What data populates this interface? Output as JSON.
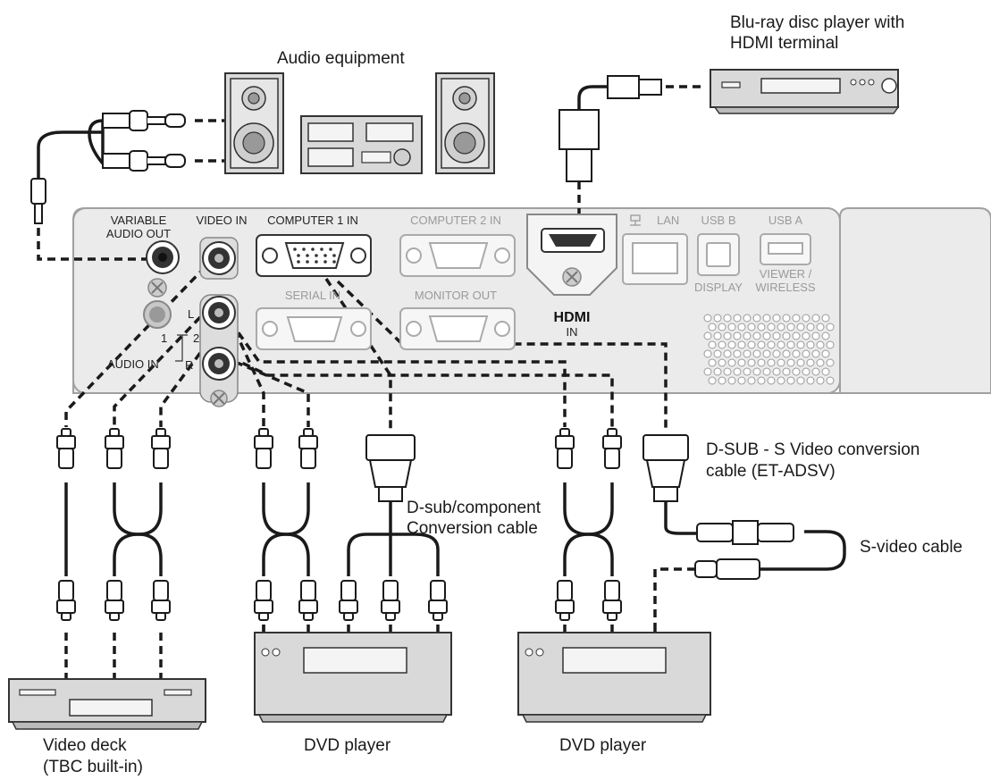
{
  "labels": {
    "audio_equipment": "Audio equipment",
    "bluray_line1": "Blu-ray disc player with",
    "bluray_line2": "HDMI terminal",
    "dsub_svideo_line1": "D-SUB - S Video conversion",
    "dsub_svideo_line2": "cable (ET-ADSV)",
    "dsub_component_line1": "D-sub/component",
    "dsub_component_line2": "Conversion cable",
    "svideo_cable": "S-video cable",
    "video_deck_line1": "Video deck",
    "video_deck_line2": "(TBC built-in)",
    "dvd_player_1": "DVD player",
    "dvd_player_2": "DVD player"
  },
  "panel": {
    "variable_audio_out_1": "VARIABLE",
    "variable_audio_out_2": "AUDIO OUT",
    "video_in": "VIDEO IN",
    "computer1_in": "COMPUTER 1 IN",
    "computer2_in": "COMPUTER 2 IN",
    "serial_in": "SERIAL IN",
    "monitor_out": "MONITOR OUT",
    "lan": "LAN",
    "usb_b": "USB B",
    "usb_a": "USB A",
    "display": "DISPLAY",
    "viewer": "VIEWER /",
    "wireless": "WIRELESS",
    "hdmi_logo": "HDMI",
    "hdmi_in": "IN",
    "audio_in": "AUDIO IN",
    "ch_l": "L",
    "ch_r": "R",
    "num_1": "1",
    "num_2": "2"
  },
  "colors": {
    "line": "#1a1a1a",
    "panel_fill": "#ebebeb",
    "panel_stroke": "#a0a0a0",
    "device_fill": "#d9d9d9"
  }
}
